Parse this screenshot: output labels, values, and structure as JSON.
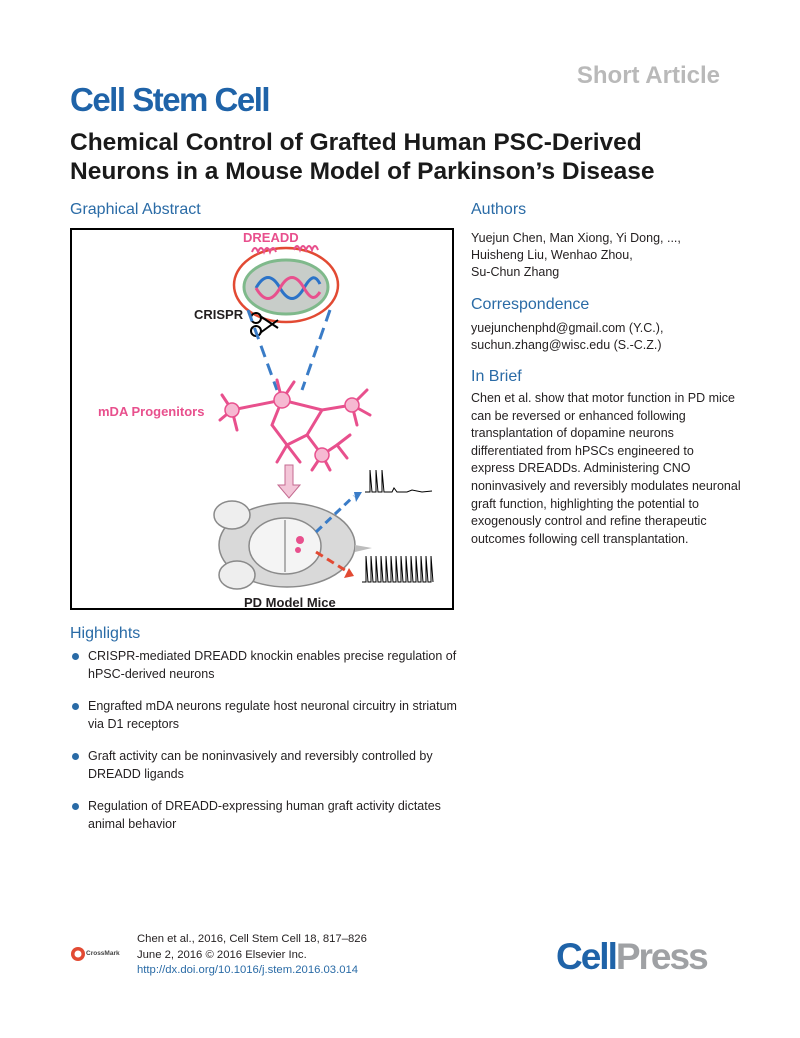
{
  "header": {
    "article_type": "Short Article",
    "journal": "Cell Stem Cell",
    "title_line1": "Chemical Control of Grafted Human PSC-Derived",
    "title_line2": "Neurons in a Mouse Model of Parkinson’s Disease"
  },
  "graphical_abstract": {
    "heading": "Graphical Abstract",
    "label_dreadd": "DREADD",
    "label_crispr": "CRISPR",
    "label_progenitors": "mDA Progenitors",
    "label_mice": "PD Model Mice"
  },
  "authors": {
    "heading": "Authors",
    "line1": "Yuejun Chen, Man Xiong, Yi Dong, ...,",
    "line2": "Huisheng Liu, Wenhao Zhou,",
    "line3": "Su-Chun Zhang"
  },
  "correspondence": {
    "heading": "Correspondence",
    "email1": "yuejunchenphd@gmail.com (Y.C.),",
    "email2": "suchun.zhang@wisc.edu (S.-C.Z.)"
  },
  "in_brief": {
    "heading": "In Brief",
    "text": "Chen et al. show that motor function in PD mice can be reversed or enhanced following transplantation of dopamine neurons differentiated from hPSCs engineered to express DREADDs. Administering CNO noninvasively and reversibly modulates neuronal graft function, highlighting the potential to exogenously control and refine therapeutic outcomes following cell transplantation."
  },
  "highlights": {
    "heading": "Highlights",
    "items": [
      "CRISPR-mediated DREADD knockin enables precise regulation of hPSC-derived neurons",
      "Engrafted mDA neurons regulate host neuronal circuitry in striatum via D1 receptors",
      "Graft activity can be noninvasively and reversibly controlled by DREADD ligands",
      "Regulation of DREADD-expressing human graft activity dictates animal behavior"
    ]
  },
  "footer": {
    "citation_line1": "Chen et al., 2016, Cell Stem Cell 18, 817–826",
    "citation_line2": "June 2, 2016 © 2016 Elsevier Inc.",
    "doi": "http://dx.doi.org/10.1016/j.stem.2016.03.014",
    "crossmark": "CrossMark",
    "publisher_a": "Cell",
    "publisher_b": "Press"
  },
  "colors": {
    "journal_blue": "#1f63a8",
    "section_blue": "#2a6ba6",
    "accent_pink": "#e8508d",
    "gray": "#b9b9b9"
  }
}
